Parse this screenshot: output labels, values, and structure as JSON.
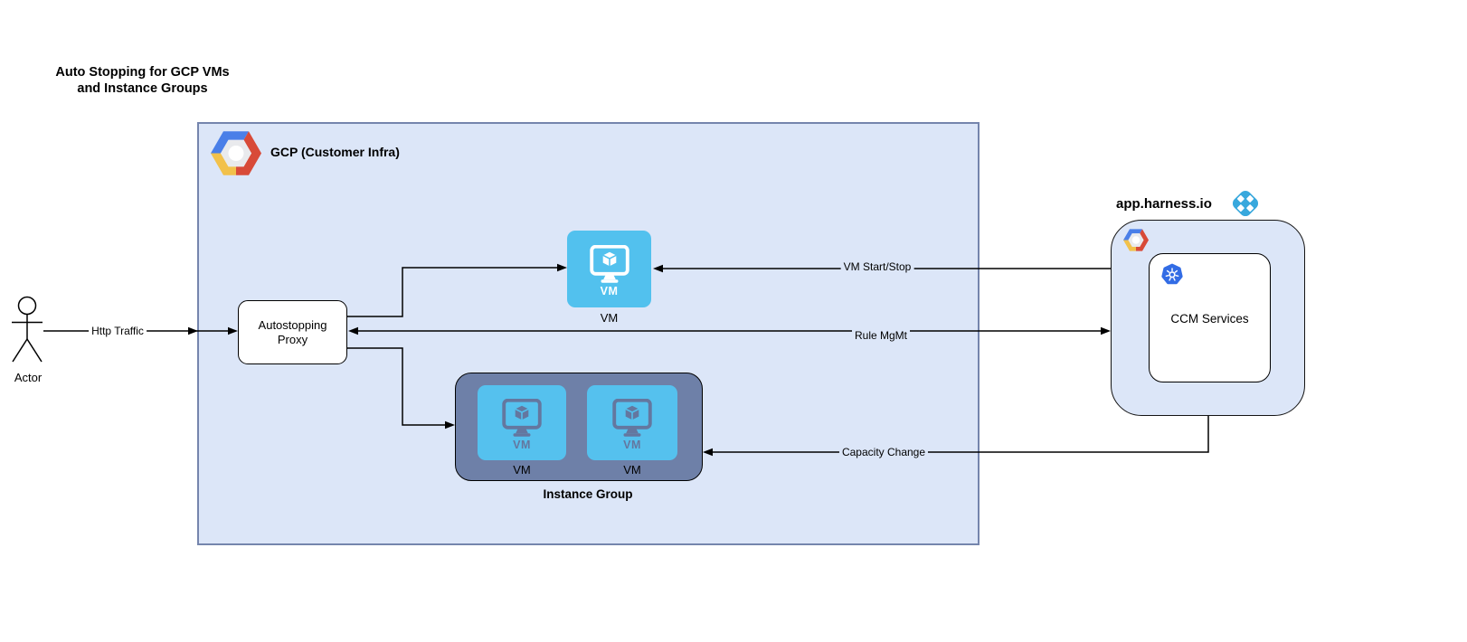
{
  "title": {
    "line1": "Auto Stopping for GCP VMs",
    "line2": "and Instance Groups"
  },
  "actor": {
    "label": "Actor"
  },
  "edges": {
    "http_traffic": "Http Traffic",
    "vm_start_stop": "VM Start/Stop",
    "rule_mgmt": "Rule MgMt",
    "capacity_change": "Capacity Change"
  },
  "gcp_box": {
    "label": "GCP (Customer Infra)",
    "proxy": {
      "label": "Autostopping Proxy"
    },
    "vm": {
      "inner_label": "VM",
      "caption": "VM"
    },
    "instance_group": {
      "label": "Instance Group",
      "vms": [
        {
          "inner_label": "VM",
          "caption": "VM"
        },
        {
          "inner_label": "VM",
          "caption": "VM"
        }
      ]
    }
  },
  "harness_box": {
    "label": "app.harness.io",
    "ccm": {
      "label": "CCM Services"
    }
  },
  "icons": {
    "gcp_logo": "gcp-logo",
    "harness_logo": "harness-logo",
    "kubernetes": "kubernetes-icon",
    "vm_monitor": "vm-monitor-icon",
    "actor_figure": "actor-stick-figure"
  },
  "colors": {
    "gcp_box_fill": "#dce6f8",
    "gcp_box_border": "#7585ad",
    "vm_blue": "#52c1ee",
    "instance_group_slate": "#6e80a8",
    "harness_blue": "#38a8dd",
    "kubernetes_blue": "#326ce5",
    "google_blue": "#4a7fe8",
    "google_red": "#d84a38",
    "google_yellow": "#f2c14b",
    "line_color": "#000000"
  }
}
